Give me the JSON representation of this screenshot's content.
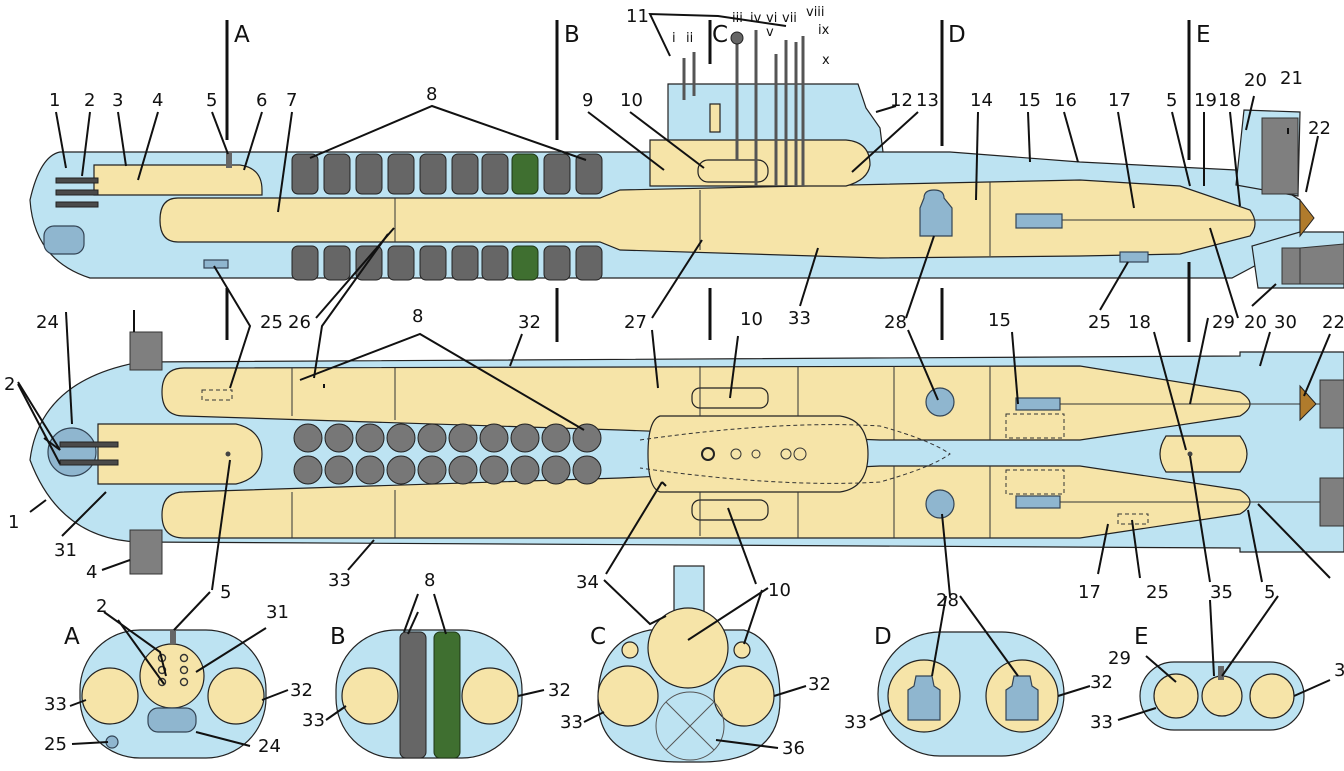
{
  "diagram": {
    "section_letters": [
      "A",
      "B",
      "C",
      "D",
      "E"
    ],
    "numbers": [
      "1",
      "2",
      "3",
      "4",
      "5",
      "6",
      "7",
      "8",
      "9",
      "10",
      "11",
      "12",
      "13",
      "14",
      "15",
      "16",
      "17",
      "18",
      "19",
      "20",
      "21",
      "22",
      "24",
      "25",
      "26",
      "27",
      "28",
      "29",
      "30",
      "31",
      "32",
      "33",
      "34",
      "35",
      "36"
    ],
    "roman": [
      "i",
      "ii",
      "iii",
      "iv",
      "v",
      "vi",
      "vii",
      "viii",
      "ix",
      "x"
    ],
    "colors": {
      "light_hull": "#bde3f2",
      "pressure_hull": "#f6e4a8",
      "missile_silo": "#666666",
      "highlighted_silo": "#3f6f30",
      "reactor": "#8fb6cf",
      "control_surfaces": "#7f7f7f"
    }
  }
}
